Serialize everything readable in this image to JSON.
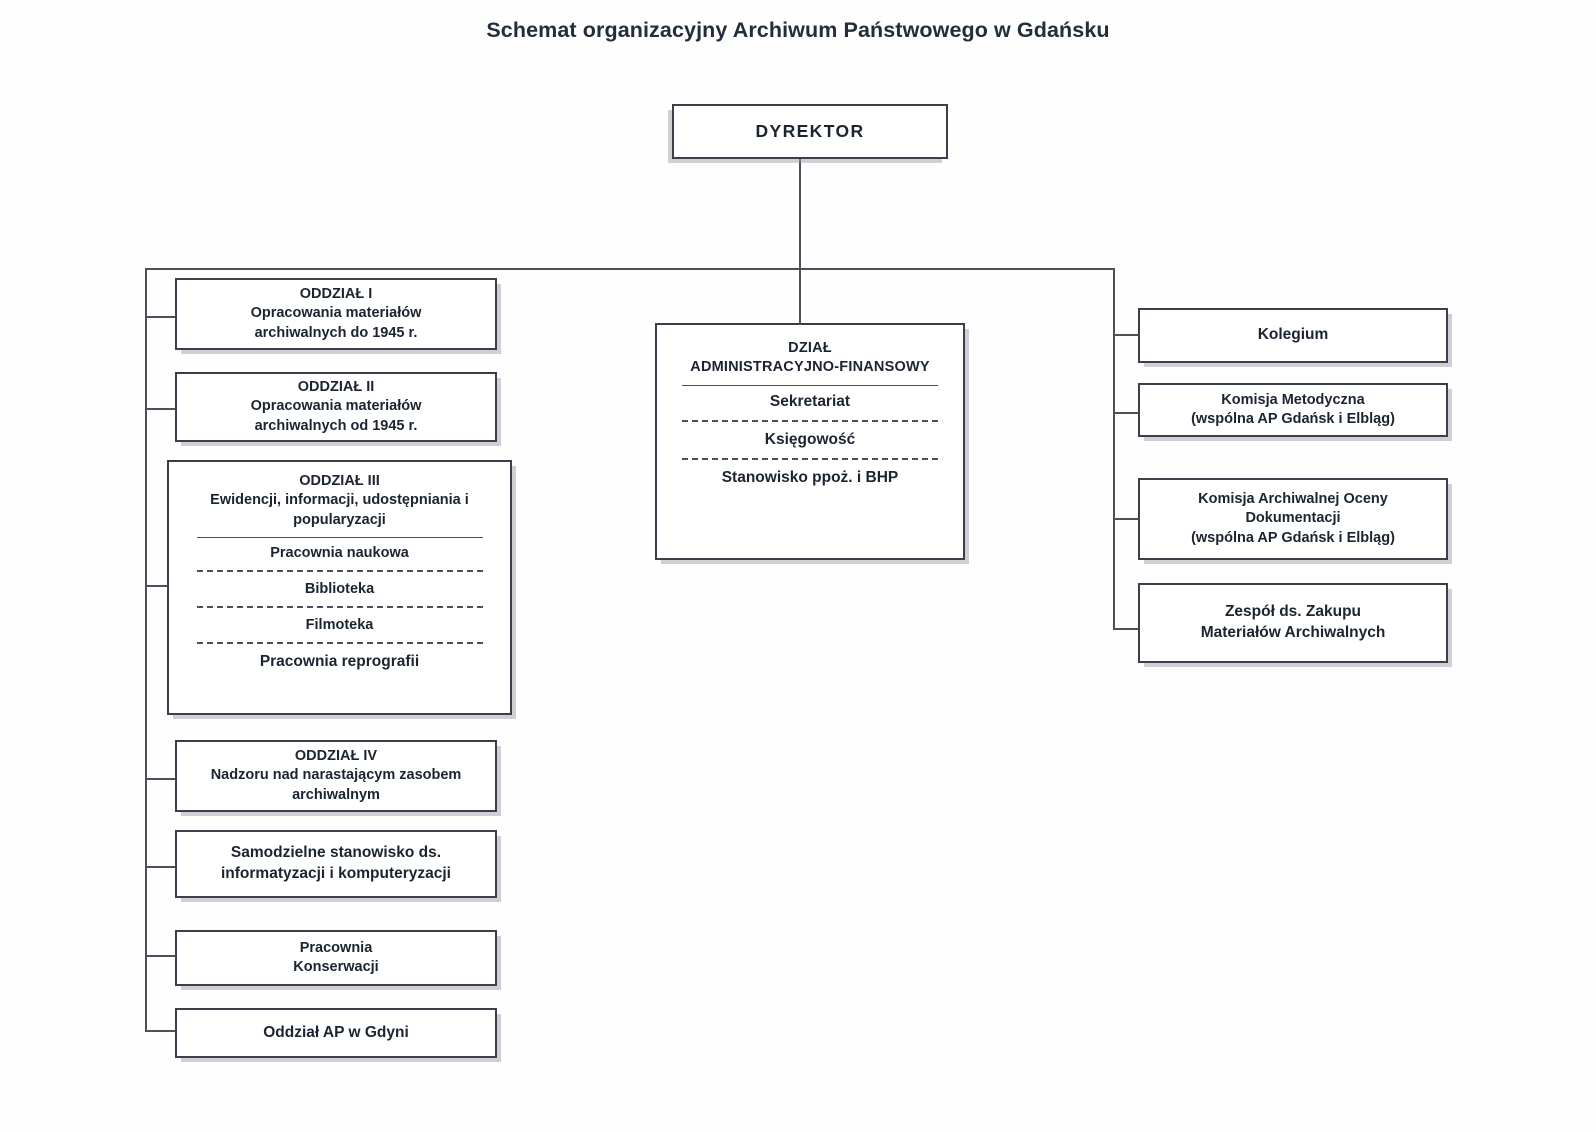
{
  "title": "Schemat organizacyjny Archiwum Państwowego w Gdańsku",
  "root": {
    "label": "DYREKTOR"
  },
  "center": {
    "header_line1": "DZIAŁ",
    "header_line2": "ADMINISTRACYJNO-FINANSOWY",
    "items": [
      "Sekretariat",
      "Księgowość",
      "Stanowisko ppoż. i BHP"
    ]
  },
  "left_column": [
    {
      "header_line1": "ODDZIAŁ I",
      "header_line2": "Opracowania materiałów",
      "header_line3": "archiwalnych do 1945 r."
    },
    {
      "header_line1": "ODDZIAŁ II",
      "header_line2": "Opracowania materiałów",
      "header_line3": "archiwalnych od 1945 r."
    },
    {
      "header_line1": "ODDZIAŁ III",
      "header_line2": "Ewidencji, informacji, udostępniania i",
      "header_line3": "popularyzacji",
      "items": [
        "Pracownia naukowa",
        "Biblioteka",
        "Filmoteka",
        "Pracownia reprografii"
      ]
    },
    {
      "header_line1": "ODDZIAŁ IV",
      "header_line2": "Nadzoru nad narastającym zasobem",
      "header_line3": "archiwalnym"
    },
    {
      "header_line1": "Samodzielne stanowisko ds.",
      "header_line2": "informatyzacji i komputeryzacji"
    },
    {
      "header_line1": "Pracownia",
      "header_line2": "Konserwacji"
    },
    {
      "header_line1": "Oddział AP w Gdyni"
    }
  ],
  "right_column": [
    {
      "header_line1": "Kolegium"
    },
    {
      "header_line1": "Komisja  Metodyczna",
      "header_line2": "(wspólna AP Gdańsk i Elbląg)"
    },
    {
      "header_line1": "Komisja Archiwalnej Oceny",
      "header_line2": "Dokumentacji",
      "header_line3": "(wspólna AP Gdańsk i Elbląg)"
    },
    {
      "header_line1": "Zespół ds. Zakupu",
      "header_line2": "Materiałów Archiwalnych"
    }
  ],
  "colors": {
    "line": "#4b5059",
    "border": "#3a3f4a",
    "text": "#1b2430",
    "shadow": "#9698a5"
  }
}
